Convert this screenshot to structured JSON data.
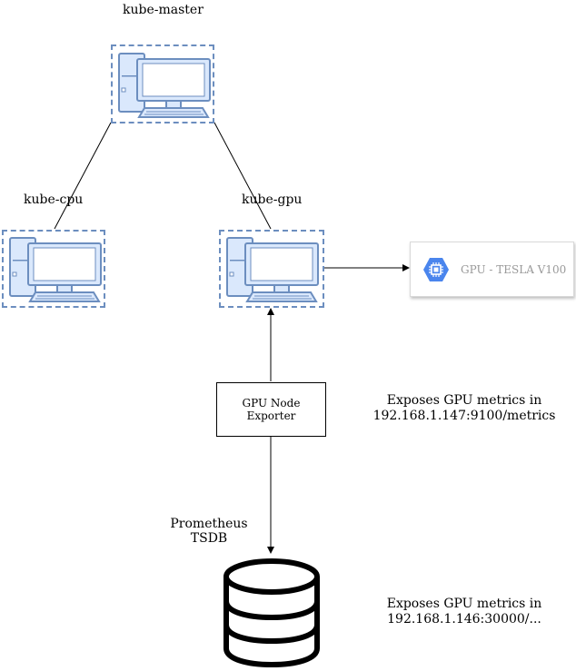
{
  "nodes": {
    "master": {
      "label": "kube-master"
    },
    "cpu": {
      "label": "kube-cpu"
    },
    "gpu": {
      "label": "kube-gpu"
    }
  },
  "gpu_device": {
    "label": "GPU - TESLA V100",
    "icon": "gcp-chip-icon",
    "icon_color": "#4a85ed"
  },
  "exporter": {
    "line1": "GPU Node",
    "line2": "Exporter"
  },
  "prometheus": {
    "line1": "Prometheus",
    "line2": "TSDB",
    "icon": "database-icon"
  },
  "notes": {
    "exporter_line1": "Exposes GPU metrics in",
    "exporter_line2": "192.168.1.147:9100/metrics",
    "prometheus_line1": "Exposes GPU metrics in",
    "prometheus_line2": "192.168.1.146:30000/..."
  },
  "colors": {
    "node_border": "#6c8ebf",
    "pc_fill": "#dae8fc",
    "pc_stroke": "#6c8ebf"
  }
}
